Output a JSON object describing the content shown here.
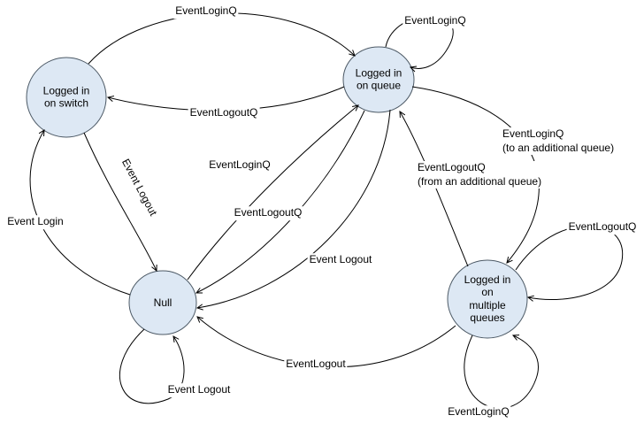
{
  "diagram": {
    "type": "state-diagram",
    "colors": {
      "background": "#ffffff",
      "node_fill": "#dde8f4",
      "node_stroke": "#4d5a66",
      "edge_stroke": "#000000",
      "text": "#000000"
    },
    "nodes": [
      {
        "id": "switch",
        "label": "Logged in\non switch"
      },
      {
        "id": "queue",
        "label": "Logged in\non queue"
      },
      {
        "id": "null",
        "label": "Null"
      },
      {
        "id": "multi",
        "label": "Logged in\non\nmultiple\nqueues"
      }
    ],
    "edges": [
      {
        "from": "switch",
        "to": "queue",
        "label": "EventLoginQ"
      },
      {
        "from": "queue",
        "to": "queue",
        "label": "EventLoginQ"
      },
      {
        "from": "queue",
        "to": "switch",
        "label": "EventLogoutQ"
      },
      {
        "from": "switch",
        "to": "null",
        "label": "Event Logout"
      },
      {
        "from": "null",
        "to": "switch",
        "label": "Event Login"
      },
      {
        "from": "null",
        "to": "queue",
        "label": "EventLoginQ"
      },
      {
        "from": "queue",
        "to": "null",
        "label": "EventLogoutQ"
      },
      {
        "from": "queue",
        "to": "null",
        "label": "Event Logout"
      },
      {
        "from": "queue",
        "to": "multi",
        "label": "EventLoginQ\n(to an additional queue)"
      },
      {
        "from": "multi",
        "to": "queue",
        "label": "EventLogoutQ\n(from an additional queue)"
      },
      {
        "from": "multi",
        "to": "multi",
        "label": "EventLogoutQ"
      },
      {
        "from": "multi",
        "to": "null",
        "label": "EventLogout"
      },
      {
        "from": "null",
        "to": "null",
        "label": "Event Logout"
      },
      {
        "from": "multi",
        "to": "multi",
        "label": "EventLoginQ"
      }
    ]
  }
}
